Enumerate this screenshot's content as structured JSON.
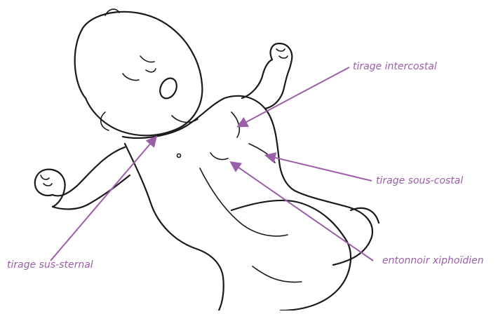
{
  "accent_color": "#9b5fa8",
  "illustration": {
    "subject": "infant-lying-on-back",
    "icon": "baby-line-drawing-icon"
  },
  "annotations": [
    {
      "id": "intercostal",
      "text": "tirage intercostal"
    },
    {
      "id": "sous-costal",
      "text": "tirage sous-costal"
    },
    {
      "id": "sus-sternal",
      "text": "tirage sus-sternal"
    },
    {
      "id": "xiphoidien",
      "text": "entonnoir xiphoïdien"
    }
  ]
}
